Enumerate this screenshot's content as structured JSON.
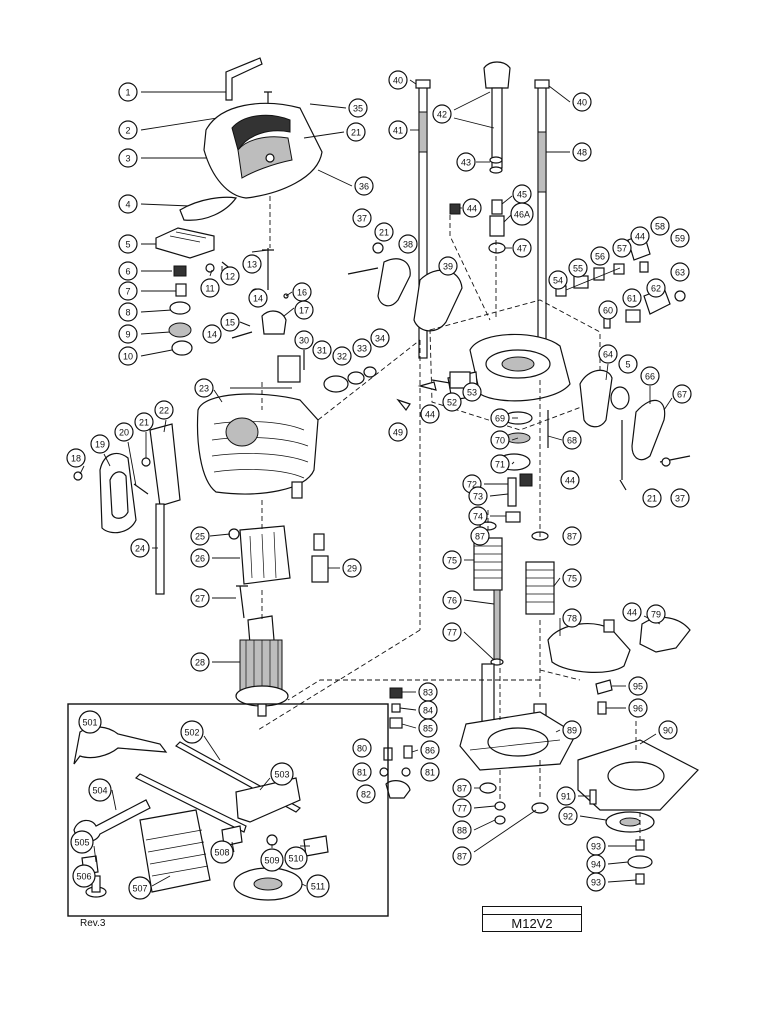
{
  "document": {
    "revision": "Rev.3",
    "model_marks": "",
    "model": "M12V2"
  },
  "callouts": {
    "c1": "1",
    "c2": "2",
    "c3": "3",
    "c4": "4",
    "c5": "5",
    "c6": "6",
    "c7": "7",
    "c8": "8",
    "c9": "9",
    "c10": "10",
    "c11": "11",
    "c12": "12",
    "c13": "13",
    "c14a": "14",
    "c14b": "14",
    "c15": "15",
    "c16": "16",
    "c17": "17",
    "c18": "18",
    "c19": "19",
    "c20": "20",
    "c21a": "21",
    "c21b": "21",
    "c21c": "21",
    "c21d": "21",
    "c22": "22",
    "c23": "23",
    "c24": "24",
    "c25": "25",
    "c26": "26",
    "c27": "27",
    "c28": "28",
    "c29": "29",
    "c30": "30",
    "c31": "31",
    "c32": "32",
    "c33": "33",
    "c34": "34",
    "c35": "35",
    "c36": "36",
    "c37a": "37",
    "c37b": "37",
    "c38": "38",
    "c39": "39",
    "c40a": "40",
    "c40b": "40",
    "c41": "41",
    "c42": "42",
    "c43": "43",
    "c44a": "44",
    "c44b": "44",
    "c44c": "44",
    "c44d": "44",
    "c44e": "44",
    "c45": "45",
    "c46": "46A",
    "c47": "47",
    "c48": "48",
    "c49": "49",
    "c52": "52",
    "c53": "53",
    "c54": "54",
    "c55": "55",
    "c56": "56",
    "c57": "57",
    "c58": "58",
    "c59": "59",
    "c60": "60",
    "c61": "61",
    "c62": "62",
    "c63": "63",
    "c64": "64",
    "c5b": "5",
    "c66": "66",
    "c67": "67",
    "c68": "68",
    "c69": "69",
    "c70": "70",
    "c71": "71",
    "c72": "72",
    "c73": "73",
    "c74": "74",
    "c75a": "75",
    "c75b": "75",
    "c76": "76",
    "c77a": "77",
    "c77b": "77",
    "c78": "78",
    "c79": "79",
    "c87a": "87",
    "c87b": "87",
    "c87c": "87",
    "c87d": "87",
    "c80": "80",
    "c81a": "81",
    "c81b": "81",
    "c82": "82",
    "c83": "83",
    "c84": "84",
    "c85": "85",
    "c86": "86",
    "c88": "88",
    "c89": "89",
    "c90": "90",
    "c91": "91",
    "c92": "92",
    "c93a": "93",
    "c93b": "93",
    "c94": "94",
    "c95": "95",
    "c96": "96",
    "c501": "501",
    "c502": "502",
    "c503": "503",
    "c504": "504",
    "c505": "505",
    "c506": "506",
    "c507": "507",
    "c508": "508",
    "c509": "509",
    "c510": "510",
    "c511": "511"
  }
}
